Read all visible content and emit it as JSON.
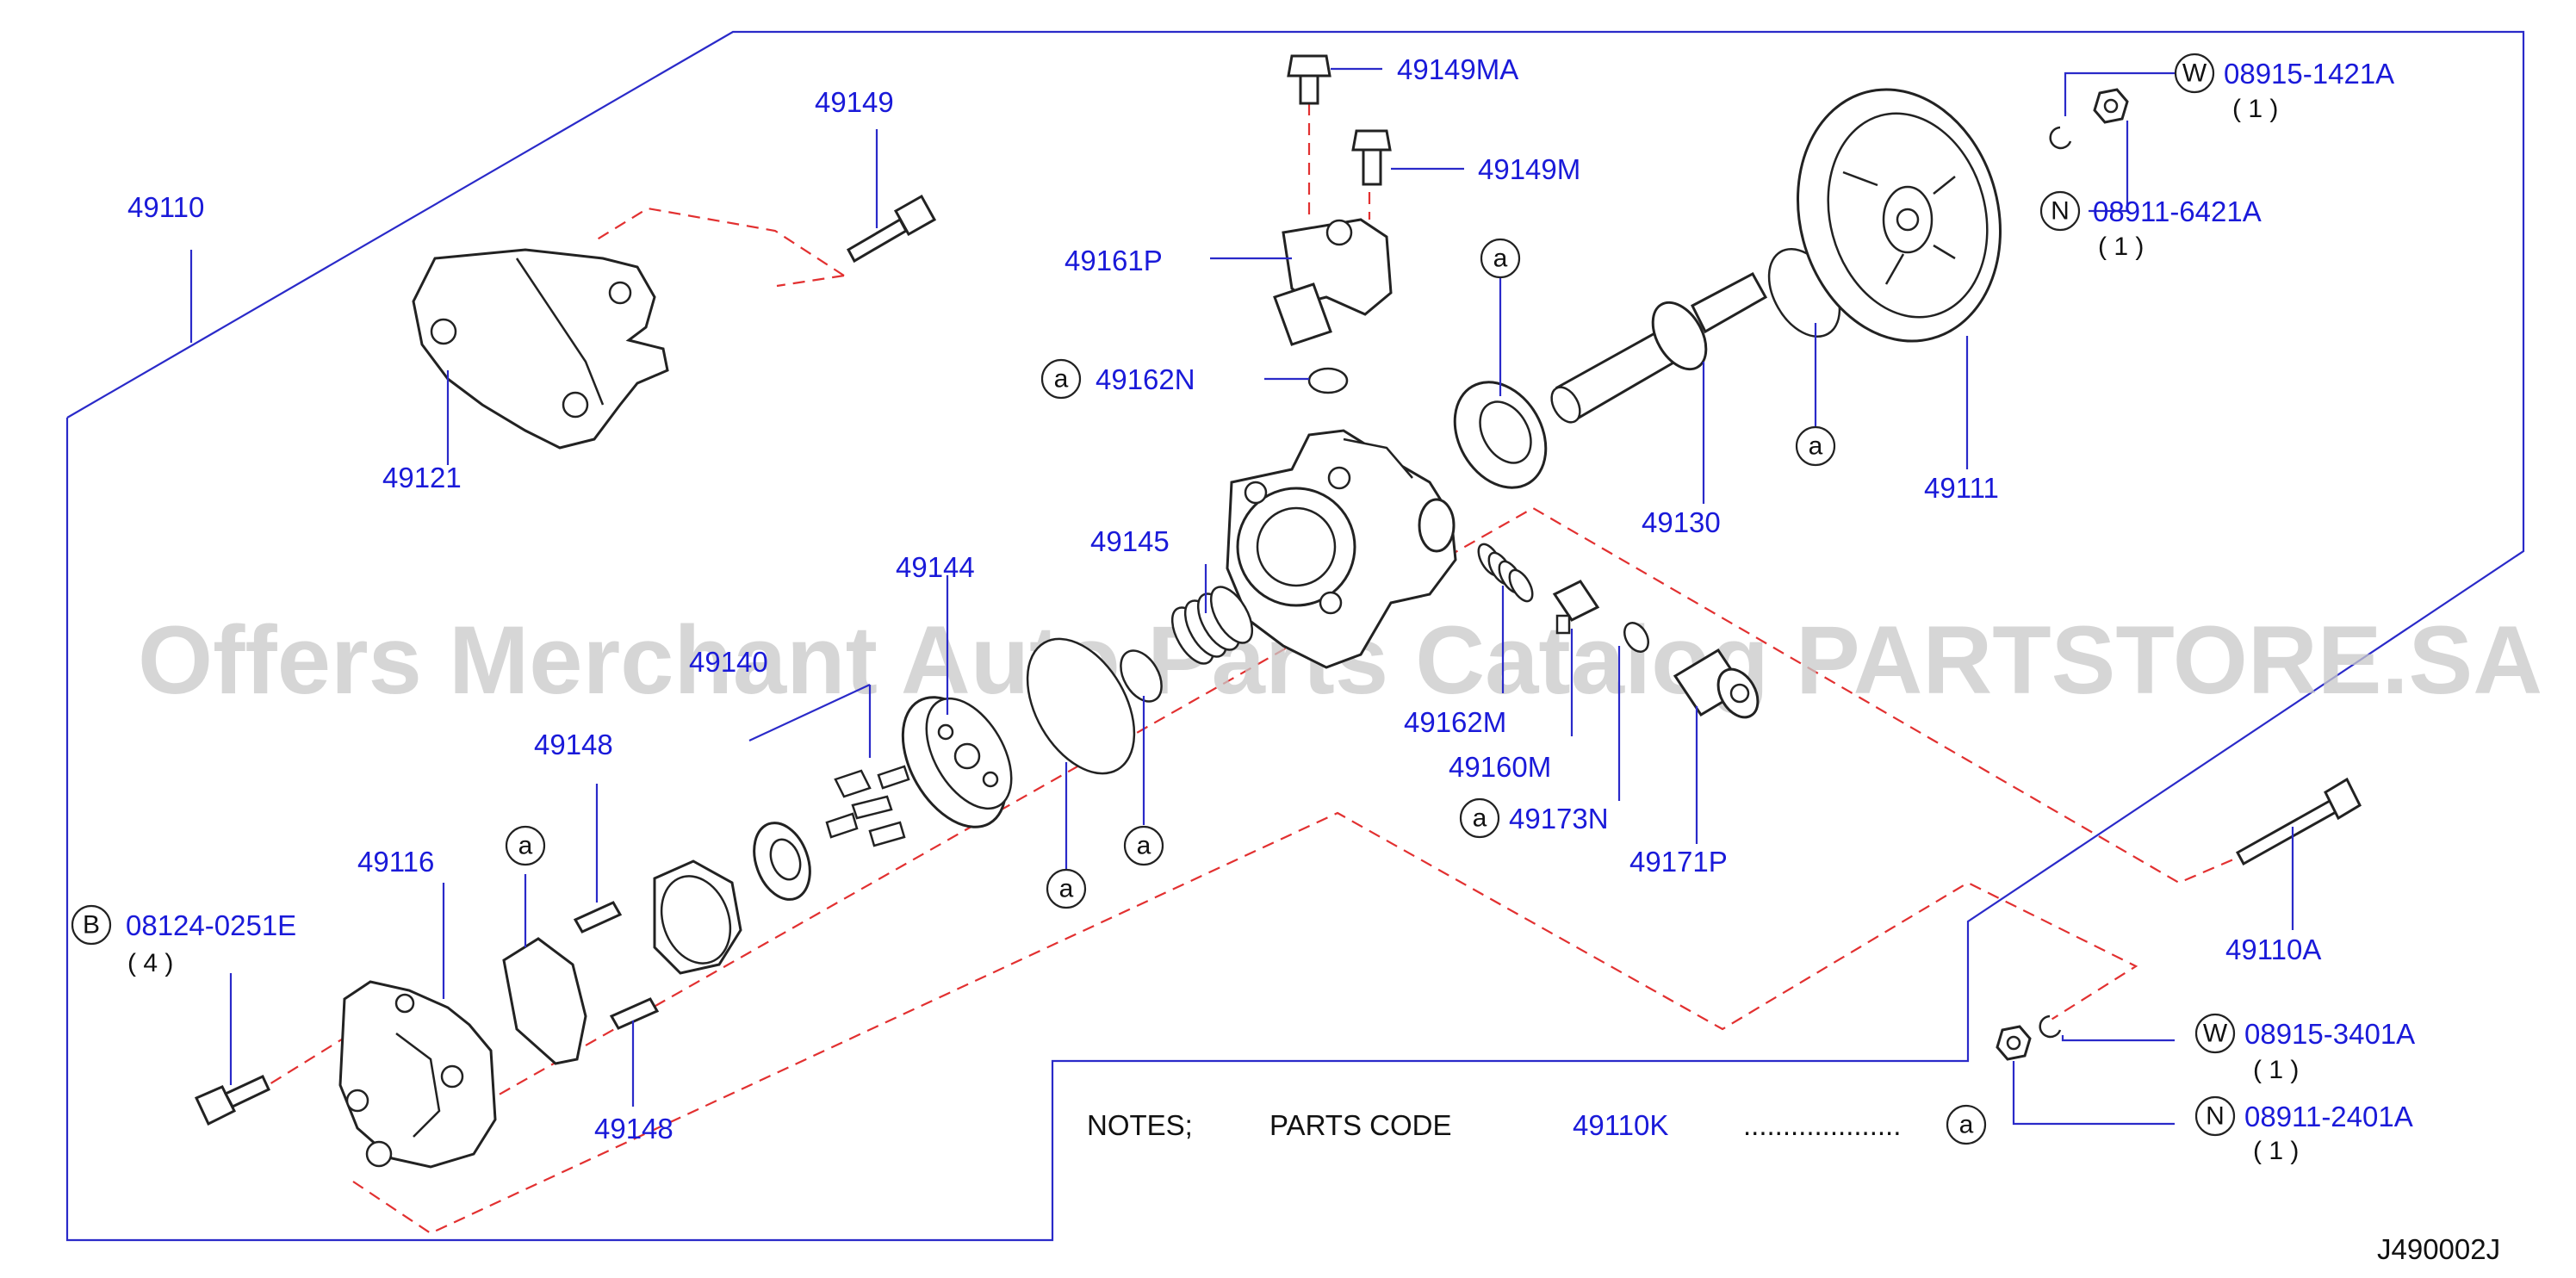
{
  "watermark": "Offers Merchant Auto Parts Catalog PARTSTORE.SA",
  "diagram_code": "J490002J",
  "labels": {
    "p49110": "49110",
    "p49149": "49149",
    "p49149MA": "49149MA",
    "p49149M": "49149M",
    "p49161P": "49161P",
    "p49162N": "49162N",
    "p49121": "49121",
    "p49111": "49111",
    "p49130": "49130",
    "p49145": "49145",
    "p49144": "49144",
    "p49140": "49140",
    "p49148a": "49148",
    "p49148b": "49148",
    "p49116": "49116",
    "p49162M": "49162M",
    "p49160M": "49160M",
    "p49173N": "49173N",
    "p49171P": "49171P",
    "p49110A": "49110A",
    "p08124": "08124-0251E",
    "q08124": "( 4 )",
    "p08915_1421": "08915-1421A",
    "q08915_1421": "( 1 )",
    "p08911_6421": "08911-6421A",
    "q08911_6421": "( 1 )",
    "p08915_3401": "08915-3401A",
    "q08915_3401": "( 1 )",
    "p08911_2401": "08911-2401A",
    "q08911_2401": "( 1 )"
  },
  "markers": {
    "a": "a",
    "W": "W",
    "N": "N",
    "B": "B"
  },
  "notes": {
    "prefix": "NOTES;",
    "parts_code": "PARTS  CODE",
    "code": "49110K",
    "dots": "...................."
  }
}
